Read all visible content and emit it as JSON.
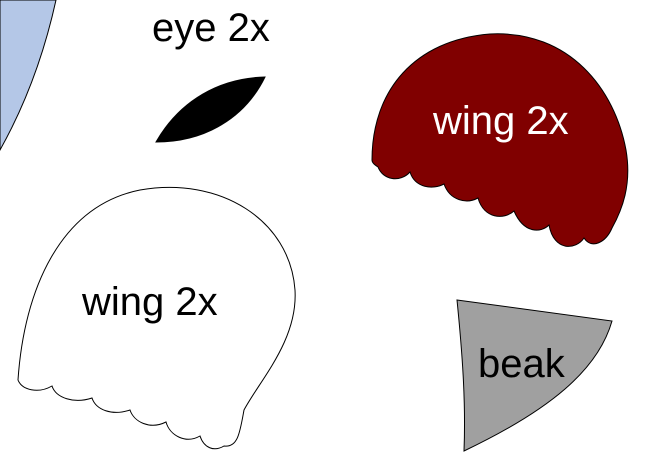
{
  "labels": {
    "eye": "eye 2x",
    "wing_red": "wing 2x",
    "wing_white": "wing 2x",
    "beak": "beak"
  },
  "colors": {
    "blue_shape": "#b4c7e7",
    "wing_red_fill": "#800000",
    "eye_fill": "#000000",
    "beak_fill": "#a0a0a0",
    "outline": "#000000",
    "background": "#ffffff"
  }
}
